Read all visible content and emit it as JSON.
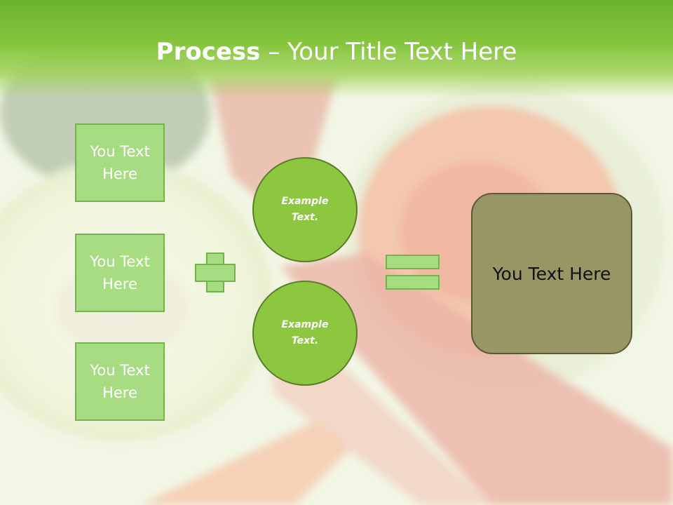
{
  "slide": {
    "title_bold": "Process",
    "title_separator": " – ",
    "title_rest": "Your Title Text Here",
    "input_boxes": [
      "You Text Here",
      "You Text Here",
      "You Text Here"
    ],
    "circles": [
      "Example Text.",
      "Example Text."
    ],
    "result_box": "You Text Here"
  },
  "colors": {
    "header_green": "#7bbd36",
    "box_fill": "#a8dc82",
    "circle_fill": "#8dc63f",
    "result_fill": "#989664"
  }
}
